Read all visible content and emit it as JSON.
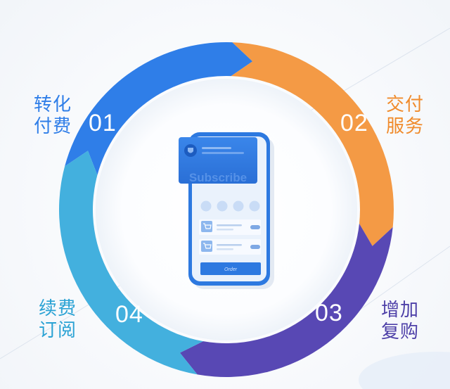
{
  "colors": {
    "step_01": "#2f7ee8",
    "step_02": "#f49a45",
    "step_03": "#5848b4",
    "step_04": "#43b0de",
    "phone_blue": "#2d79e0",
    "screen_bg": "#eaf2fc"
  },
  "cycle": {
    "steps": [
      {
        "number": "01",
        "label_line1": "转化",
        "label_line2": "付费",
        "color": "#2f7ee8"
      },
      {
        "number": "02",
        "label_line1": "交付",
        "label_line2": "服务",
        "color": "#f49a45"
      },
      {
        "number": "03",
        "label_line1": "增加",
        "label_line2": "复购",
        "color": "#5848b4"
      },
      {
        "number": "04",
        "label_line1": "续费",
        "label_line2": "订阅",
        "color": "#43b0de"
      }
    ]
  },
  "phone": {
    "card_text": "Subscribe",
    "button_text": "Order",
    "icon": "shopping-cart-icon",
    "badge_icon": "shield-badge-icon"
  }
}
